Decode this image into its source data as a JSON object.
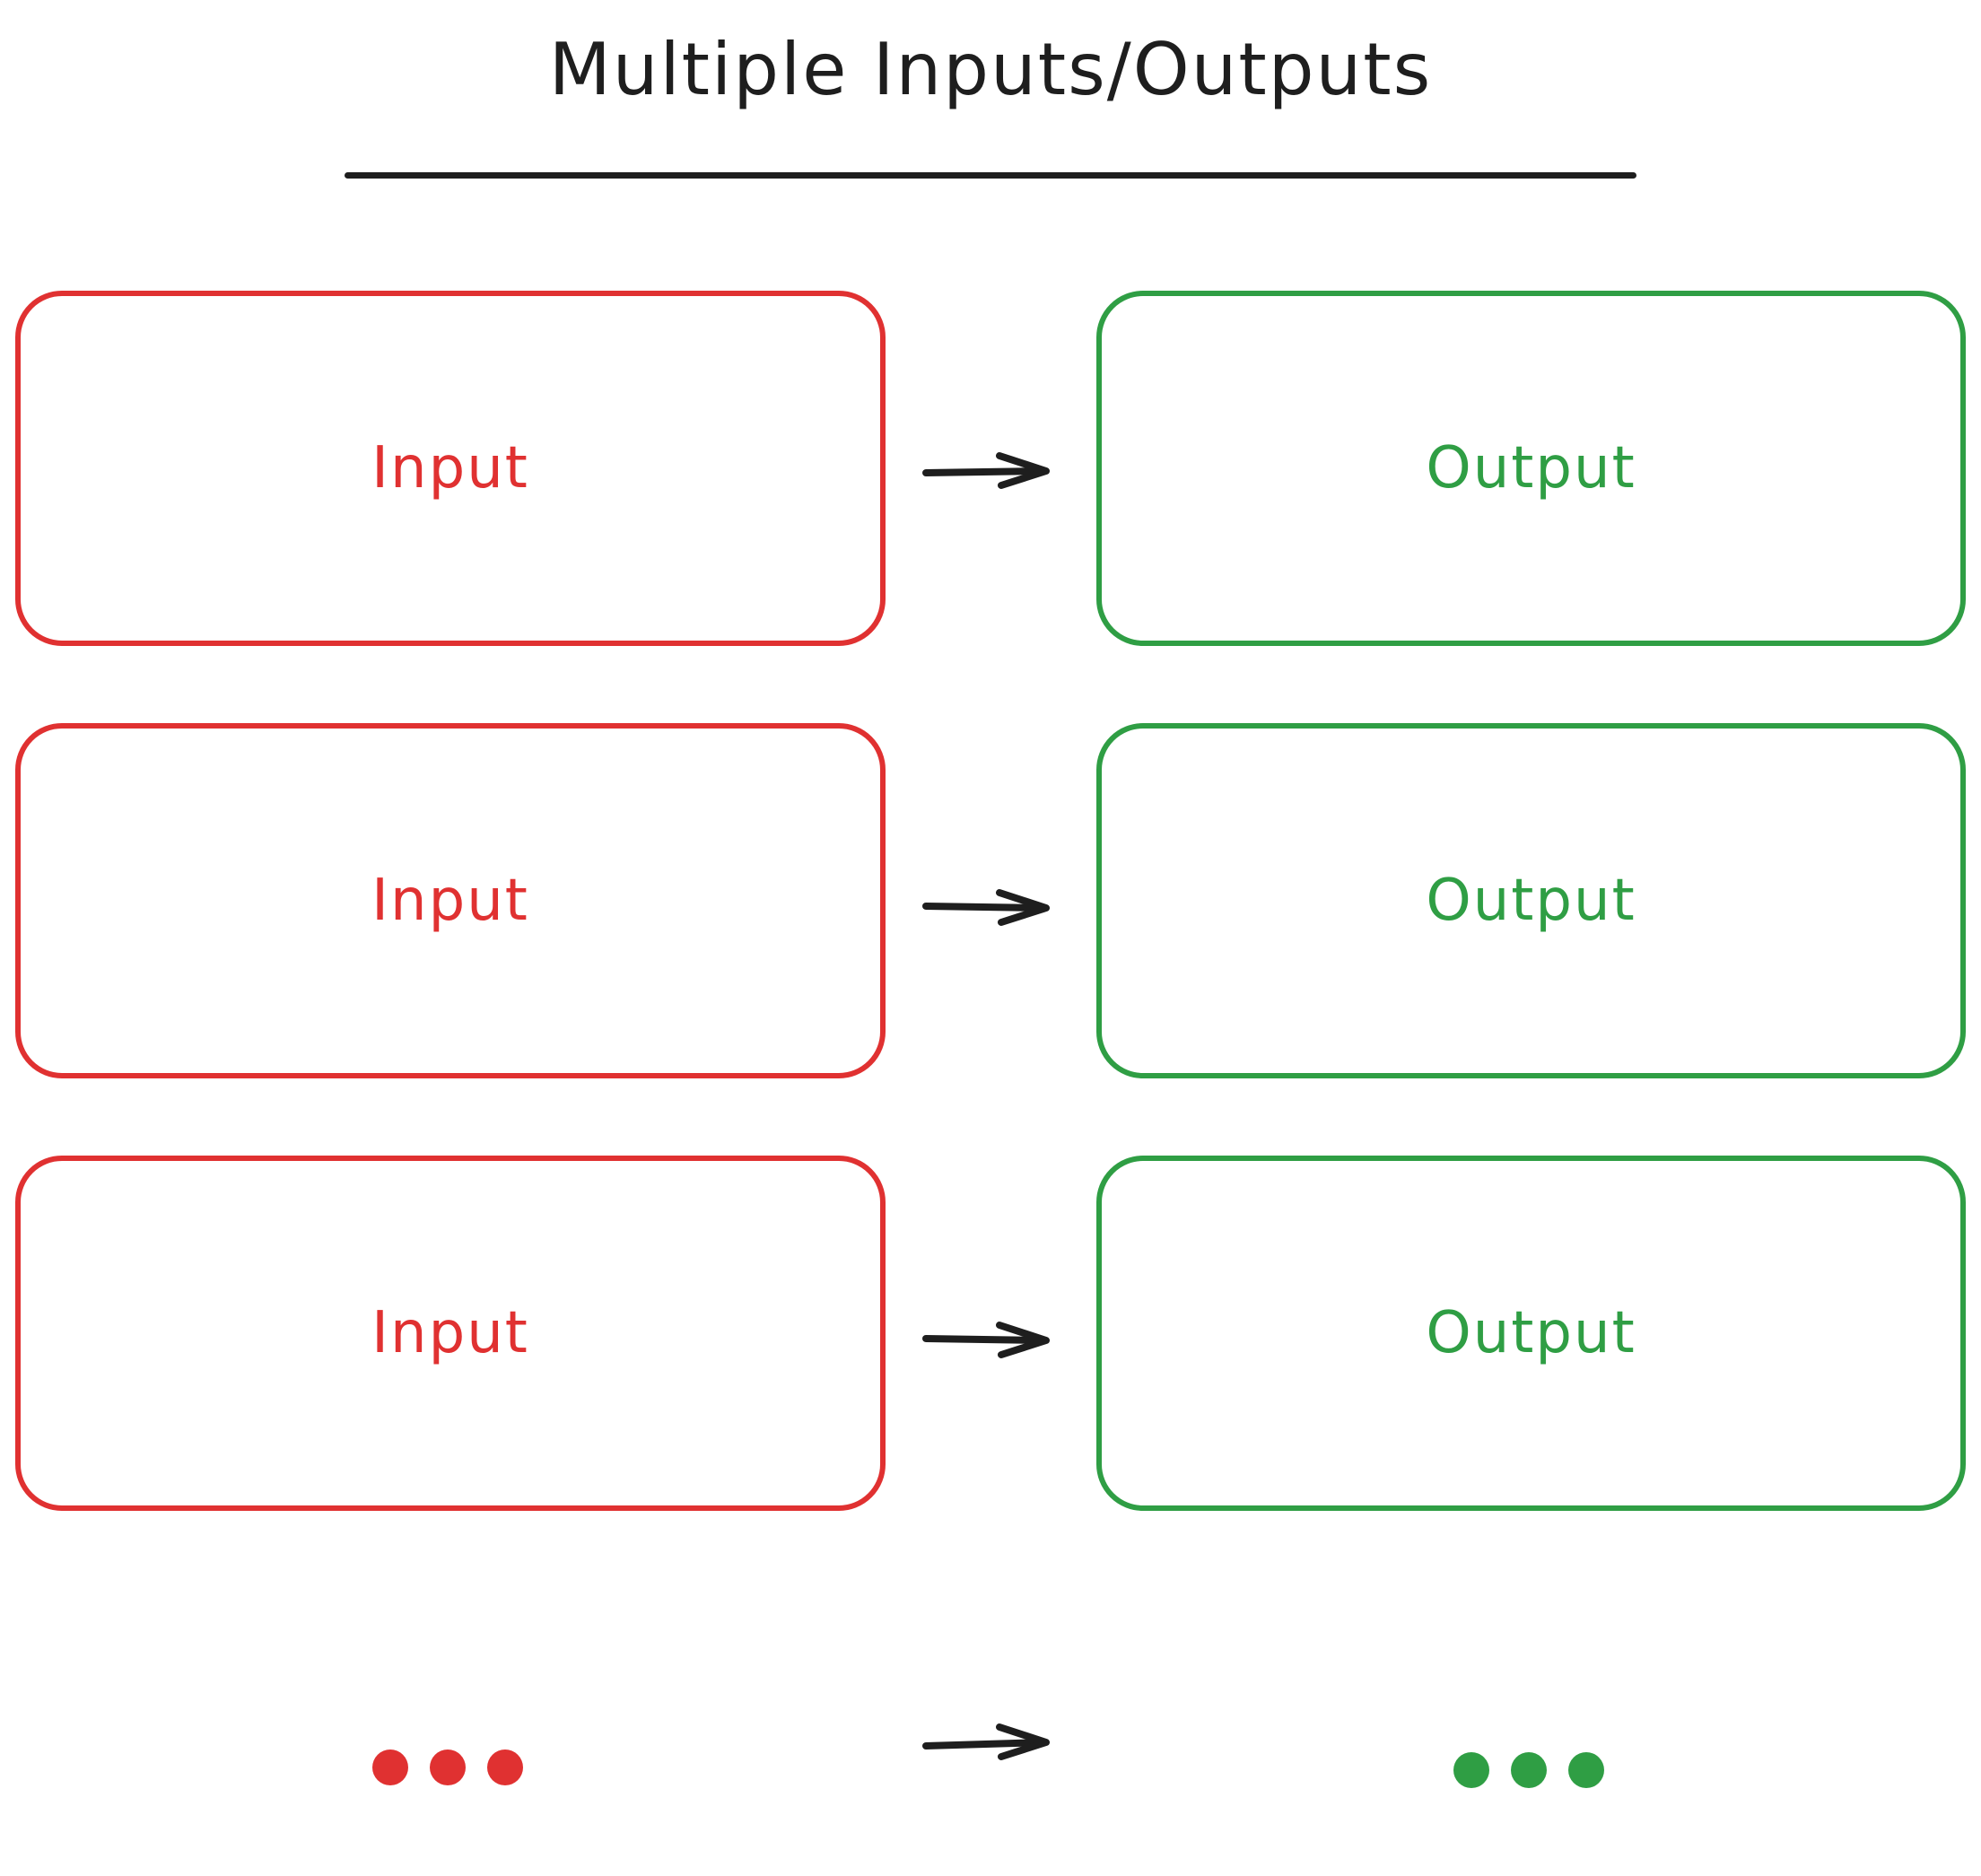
{
  "title": "Multiple Inputs/Outputs",
  "rows": [
    {
      "input_label": "Input",
      "output_label": "Output"
    },
    {
      "input_label": "Input",
      "output_label": "Output"
    },
    {
      "input_label": "Input",
      "output_label": "Output"
    }
  ],
  "colors": {
    "input": "#e03131",
    "output": "#2f9e44",
    "ink": "#1e1e1e"
  },
  "icons": {
    "arrow": "right-arrow-icon",
    "ellipsis": "ellipsis-dots-icon"
  }
}
